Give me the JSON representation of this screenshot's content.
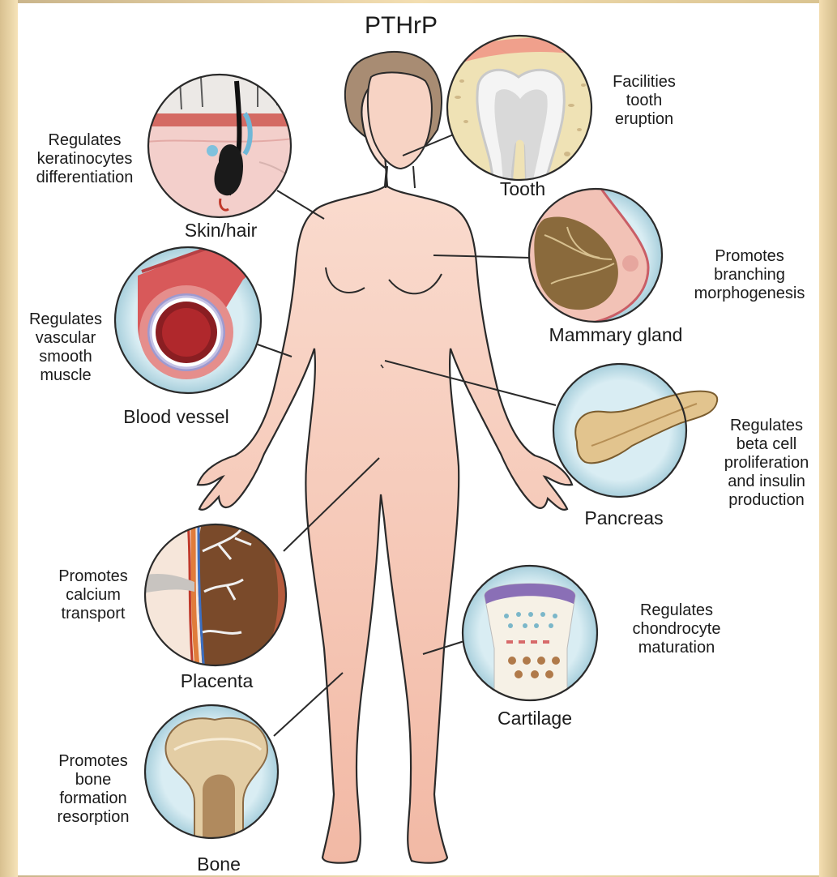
{
  "title": "PTHrP",
  "organs": {
    "tooth": {
      "name": "Tooth",
      "desc": "Facilities\ntooth\neruption"
    },
    "skin": {
      "name": "Skin/hair",
      "desc": "Regulates\nkeratinocytes\ndifferentiation"
    },
    "mammary": {
      "name": "Mammary gland",
      "desc": "Promotes\nbranching\nmorphogenesis"
    },
    "vessel": {
      "name": "Blood vessel",
      "desc": "Regulates\nvascular\nsmooth\nmuscle"
    },
    "pancreas": {
      "name": "Pancreas",
      "desc": "Regulates\nbeta cell\nproliferation\nand insulin\nproduction"
    },
    "placenta": {
      "name": "Placenta",
      "desc": "Promotes\ncalcium\ntransport"
    },
    "cartilage": {
      "name": "Cartilage",
      "desc": "Regulates\nchondrocyte\nmaturation"
    },
    "bone": {
      "name": "Bone",
      "desc": "Promotes\nbone\nformation\nresorption"
    }
  },
  "colors": {
    "skin": "#f6cdbd",
    "outline": "#2a2a2a",
    "circle_bg": "#cde6ee",
    "hair": "#a88c73"
  }
}
